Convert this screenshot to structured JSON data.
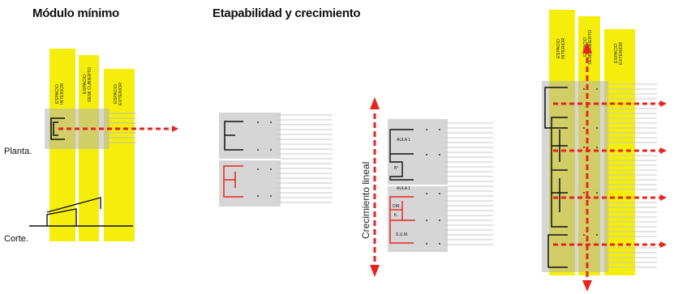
{
  "titles": {
    "modulo": "Módulo mínimo",
    "etapabilidad": "Etapabilidad y crecimiento"
  },
  "labels": {
    "planta": "Planta.",
    "corte": "Corte.",
    "crecimiento": "Crecimiento lineal"
  },
  "zones": {
    "interior": "ESPACIO\nINTERIOR",
    "semi": "ESPACIO\nSEMI CUBIERTO",
    "exterior": "ESPACIO\nEXTERIOR"
  },
  "rooms": {
    "aula1a": "AULA 1",
    "bano": "B°",
    "aula1b": "AULA 1",
    "dir": "DIR.",
    "k": "K.",
    "sum": "S.U.M."
  },
  "colors": {
    "yellow": "#f4ee0a",
    "gray": "#c4c4c4",
    "red": "#e8231f",
    "line": "#111111"
  }
}
